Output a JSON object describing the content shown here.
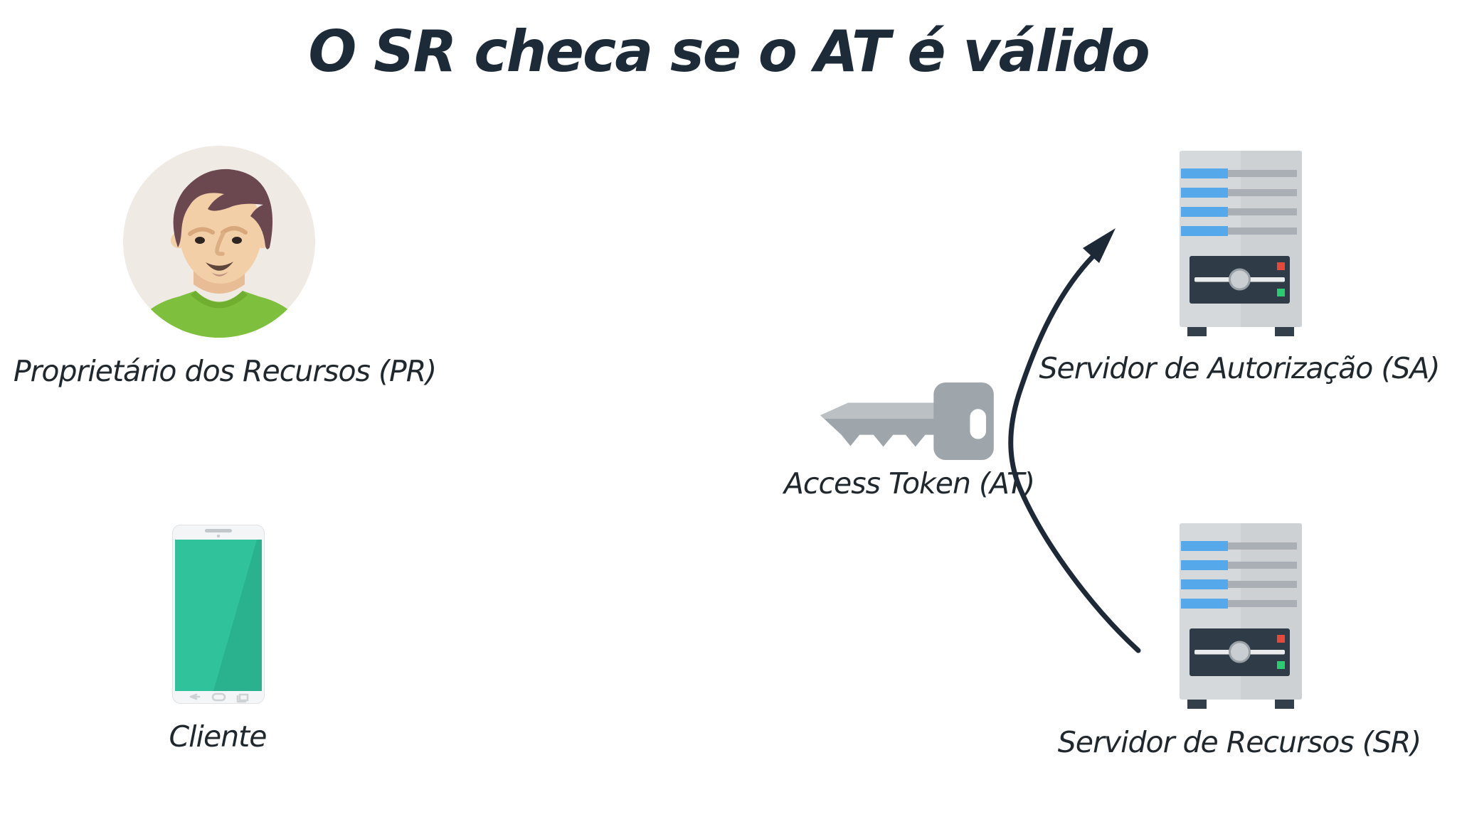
{
  "title": {
    "text": "O SR checa se o AT é válido"
  },
  "actors": {
    "resource_owner": {
      "label": "Proprietário dos Recursos (PR)",
      "icon": "person-avatar"
    },
    "client": {
      "label": "Cliente",
      "icon": "smartphone"
    },
    "access_token": {
      "label": "Access Token (AT)",
      "icon": "key"
    },
    "authorization_server": {
      "label": "Servidor de Autorização (SA)",
      "icon": "server-tower"
    },
    "resource_server": {
      "label": "Servidor de Recursos (SR)",
      "icon": "server-tower"
    }
  },
  "arrow": {
    "from": "Servidor de Recursos (SR)",
    "to": "Servidor de Autorização (SA)",
    "style": "curved",
    "color": "#1d2936"
  },
  "colors": {
    "background": "#ffffff",
    "title_text": "#1d2b38",
    "label_text": "#20282e",
    "phone_screen_teal": "#2fc29b",
    "shirt_green": "#7ec03d",
    "hair_brown": "#6b4750",
    "skin": "#f2cfa6",
    "server_body_gray": "#d6d9dc",
    "server_bar_blue": "#55a8e9",
    "server_panel_navy": "#2f3c48",
    "led_red": "#e6493a",
    "led_green": "#2bcb70",
    "key_gray": "#9fa6ab",
    "arrow_ink": "#1d2936"
  }
}
